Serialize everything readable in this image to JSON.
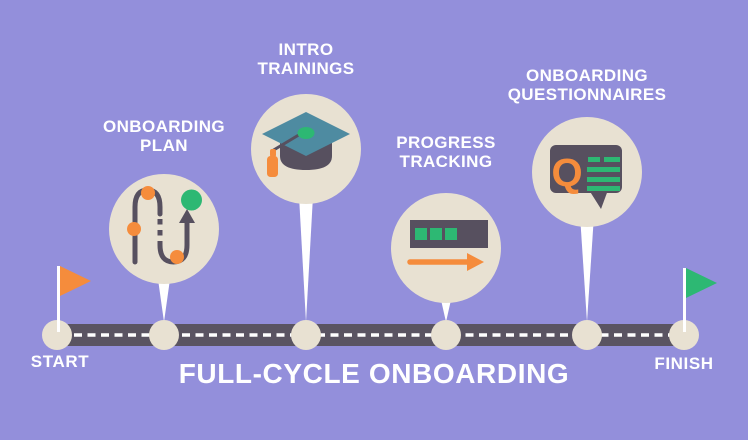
{
  "title": "FULL-CYCLE ONBOARDING",
  "timeline": {
    "start_label": "START",
    "finish_label": "FINISH"
  },
  "milestones": [
    {
      "line1": "ONBOARDING",
      "line2": "PLAN",
      "icon": "winding-path-icon"
    },
    {
      "line1": "INTRO",
      "line2": "TRAININGS",
      "icon": "graduation-cap-icon"
    },
    {
      "line1": "PROGRESS",
      "line2": "TRACKING",
      "icon": "progress-bar-icon"
    },
    {
      "line1": "ONBOARDING",
      "line2": "QUESTIONNAIRES",
      "icon": "questionnaire-bubble-icon",
      "letter": "Q"
    }
  ],
  "colors": {
    "background": "#938fdb",
    "road": "#5a5462",
    "beige": "#e8e1d2",
    "orange": "#f58c3c",
    "green": "#2db873",
    "teal": "#4e8ba1",
    "dark_purple": "#57505f",
    "white": "#ffffff"
  }
}
